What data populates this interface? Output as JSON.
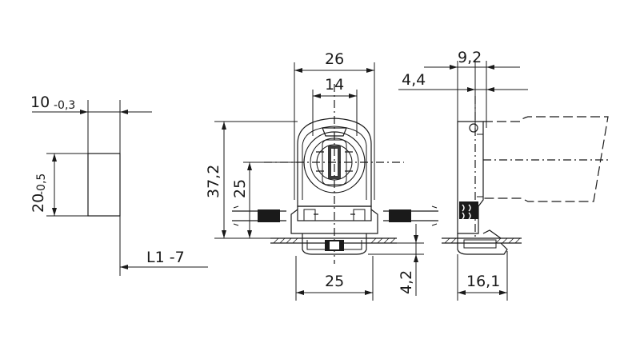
{
  "dimensions": {
    "left_view": {
      "width_main": "10",
      "width_tol": "-0,3",
      "height_main": "20",
      "height_tol": "-0,5",
      "length": "L1 -7"
    },
    "front_view": {
      "top_outer": "26",
      "top_inner": "14",
      "height_total": "37,2",
      "height_partial": "25",
      "bottom_width": "25",
      "bottom_height": "4,2"
    },
    "side_view": {
      "top_width": "9,2",
      "offset": "4,4",
      "bottom_width": "16,1"
    }
  },
  "colors": {
    "ink": "#1a1a1a",
    "background": "#ffffff"
  }
}
